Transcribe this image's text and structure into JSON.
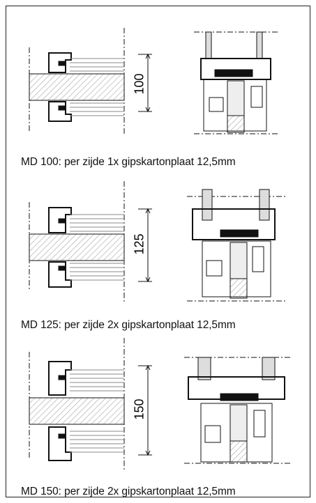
{
  "colors": {
    "line": "#111111",
    "hatch": "#9a9a9a",
    "board": "#c8c8c8",
    "paper": "#ffffff"
  },
  "panels": [
    {
      "dimension": "100",
      "caption": "MD 100: per zijde 1x gipskartonplaat 12,5mm",
      "layers": 1
    },
    {
      "dimension": "125",
      "caption": "MD 125: per zijde 2x gipskartonplaat 12,5mm",
      "layers": 2
    },
    {
      "dimension": "150",
      "caption": "MD 150: per zijde 2x gipskartonplaat 12,5mm",
      "layers": 2
    }
  ]
}
